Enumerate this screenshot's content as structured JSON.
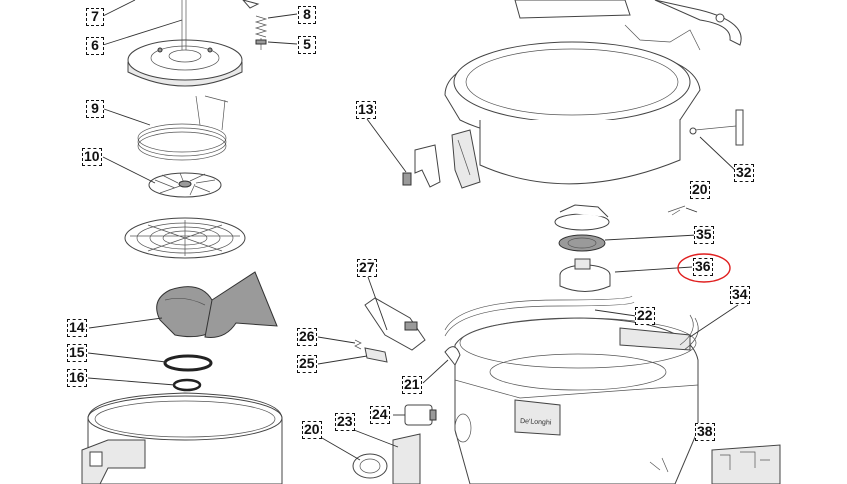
{
  "callouts": {
    "c7": "7",
    "c6": "6",
    "c8": "8",
    "c5": "5",
    "c9": "9",
    "c10": "10",
    "c13": "13",
    "c14": "14",
    "c15": "15",
    "c16": "16",
    "c20a": "20",
    "c20b": "20",
    "c21": "21",
    "c22": "22",
    "c23": "23",
    "c24": "24",
    "c25": "25",
    "c26": "26",
    "c27": "27",
    "c32": "32",
    "c34": "34",
    "c35": "35",
    "c36": "36",
    "c38": "38"
  },
  "brand_logo_text": "De'Longhi",
  "highlight": {
    "part": "36",
    "color": "#e02020"
  }
}
